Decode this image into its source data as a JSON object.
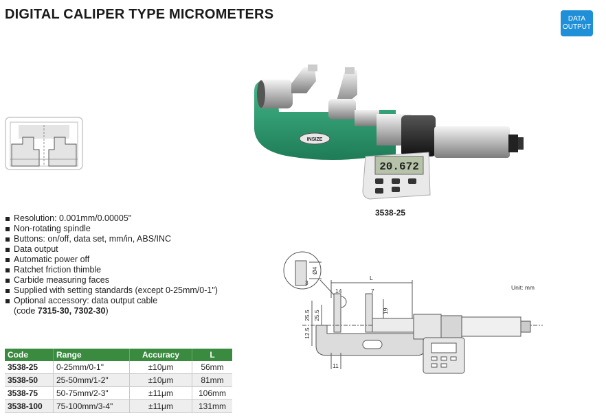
{
  "title": "DIGITAL CALIPER TYPE MICROMETERS",
  "badge": {
    "line1": "DATA",
    "line2": "OUTPUT"
  },
  "photo": {
    "caption": "3538-25",
    "display_reading": "20.672",
    "brand": "INSIZE"
  },
  "features": [
    "Resolution: 0.001mm/0.00005\"",
    "Non-rotating spindle",
    "Buttons: on/off, data set, mm/in, ABS/INC",
    "Data output",
    "Automatic power off",
    "Ratchet friction thimble",
    "Carbide measuring faces",
    "Supplied with setting standards (except 0-25mm/0-1\")",
    "Optional accessory: data output cable"
  ],
  "accessory_codes": {
    "prefix": "(code ",
    "codes": "7315-30, 7302-30",
    "suffix": ")"
  },
  "drawing": {
    "unit_label": "Unit: mm",
    "dims": {
      "L": "L",
      "d14": "14",
      "d7": "7",
      "d19": "19",
      "d25_5a": "25.5",
      "d25_5b": "25.5",
      "d12_5": "12.5",
      "d11": "11",
      "d3": "3",
      "phi4": "Ø4"
    }
  },
  "table": {
    "headers": [
      "Code",
      "Range",
      "Accuracy",
      "L"
    ],
    "rows": [
      [
        "3538-25",
        "0-25mm/0-1\"",
        "±10μm",
        "56mm"
      ],
      [
        "3538-50",
        "25-50mm/1-2\"",
        "±10μm",
        "81mm"
      ],
      [
        "3538-75",
        "50-75mm/2-3\"",
        "±11μm",
        "106mm"
      ],
      [
        "3538-100",
        "75-100mm/3-4\"",
        "±11μm",
        "131mm"
      ]
    ]
  },
  "colors": {
    "accent_green": "#3a8a3f",
    "badge_blue": "#1f8fd8",
    "frame_green": "#2f9c6e"
  }
}
